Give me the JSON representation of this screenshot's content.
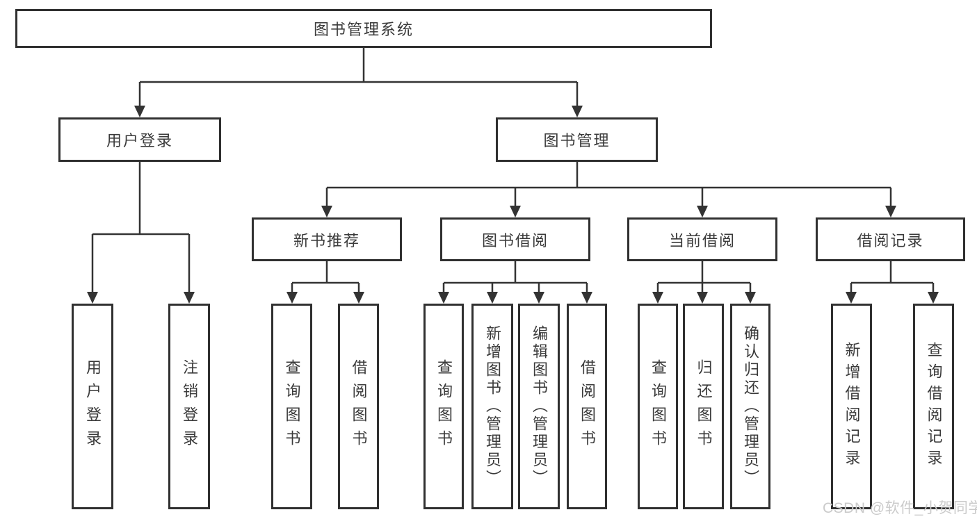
{
  "diagram": {
    "root": {
      "label": "图书管理系统"
    },
    "branches": [
      {
        "label": "用户登录",
        "children": [
          {
            "label": "用户登录"
          },
          {
            "label": "注销登录"
          }
        ]
      },
      {
        "label": "图书管理",
        "children": [
          {
            "label": "新书推荐",
            "children": [
              {
                "label": "查询图书"
              },
              {
                "label": "借阅图书"
              }
            ]
          },
          {
            "label": "图书借阅",
            "children": [
              {
                "label": "查询图书"
              },
              {
                "label": "新增图书（管理员）"
              },
              {
                "label": "编辑图书（管理员）"
              },
              {
                "label": "借阅图书"
              }
            ]
          },
          {
            "label": "当前借阅",
            "children": [
              {
                "label": "查询图书"
              },
              {
                "label": "归还图书"
              },
              {
                "label": "确认归还（管理员）"
              }
            ]
          },
          {
            "label": "借阅记录",
            "children": [
              {
                "label": "新增借阅记录"
              },
              {
                "label": "查询借阅记录"
              }
            ]
          }
        ]
      }
    ]
  },
  "watermark": {
    "text": "CSDN @软件_小贺同学"
  },
  "colors": {
    "line": "#333333",
    "border": "#303030",
    "text": "#3a3a3a",
    "background": "#ffffff",
    "watermark": "#cbcbcb"
  }
}
